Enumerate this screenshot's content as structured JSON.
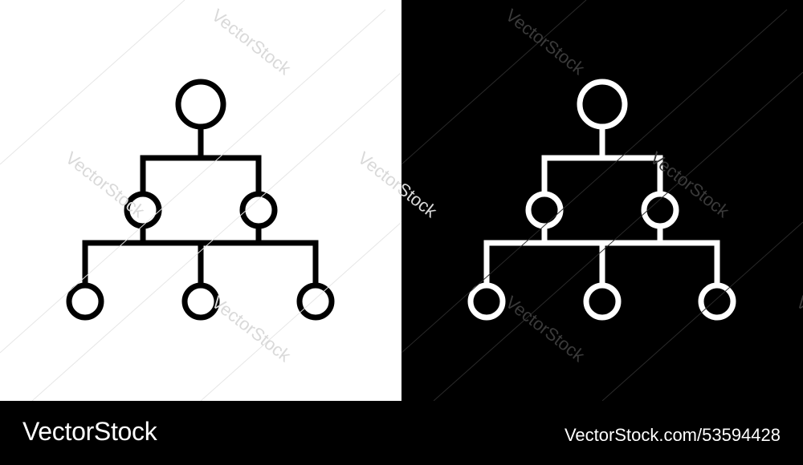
{
  "colors": {
    "light_background": "#ffffff",
    "dark_background": "#000000",
    "icon_on_light": "#000000",
    "icon_on_dark": "#ffffff",
    "watermark_on_light": "#d9d9d9",
    "watermark_on_dark": "#3a3a3a"
  },
  "icon": {
    "name": "hierarchy-icon"
  },
  "watermark": {
    "text": "VectorStock"
  },
  "footer": {
    "brand": "VectorStock",
    "image_id": "VectorStock.com/53594428"
  }
}
